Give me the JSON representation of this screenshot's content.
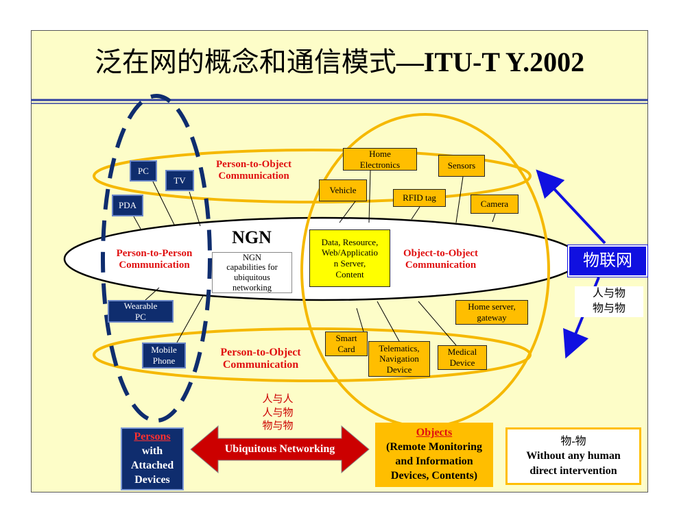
{
  "title": {
    "chinese": "泛在网的概念和通信模式",
    "english": "—ITU-T Y.2002"
  },
  "colors": {
    "slide_bg": "#fdfdc8",
    "navy": "#0f2d6e",
    "orange": "#ffbe00",
    "red": "#cc0000",
    "blue": "#1010e0",
    "ring": "#f5b800"
  },
  "labels": {
    "p2o_top": [
      "Person-to-Object",
      "Communication"
    ],
    "p2o_bottom": [
      "Person-to-Object",
      "Communication"
    ],
    "p2p": [
      "Person-to-Person",
      "Communication"
    ],
    "o2o": [
      "Object-to-Object",
      "Communication"
    ],
    "ngn": "NGN",
    "ngn_caps": [
      "NGN",
      "capabilities for",
      "ubiquitous",
      "networking"
    ],
    "data_server": [
      "Data, Resource,",
      "Web/Applicatio",
      "n  Server,",
      "Content"
    ]
  },
  "person_devices": [
    {
      "lines": [
        "PC"
      ]
    },
    {
      "lines": [
        "TV"
      ]
    },
    {
      "lines": [
        "PDA"
      ]
    },
    {
      "lines": [
        "Wearable",
        "PC"
      ]
    },
    {
      "lines": [
        "Mobile",
        "Phone"
      ]
    }
  ],
  "objects": [
    {
      "lines": [
        "Home",
        "Electronics"
      ]
    },
    {
      "lines": [
        "Sensors"
      ]
    },
    {
      "lines": [
        "Vehicle"
      ]
    },
    {
      "lines": [
        "RFID tag"
      ]
    },
    {
      "lines": [
        "Camera"
      ]
    },
    {
      "lines": [
        "Home server,",
        "gateway"
      ]
    },
    {
      "lines": [
        "Smart",
        "Card"
      ]
    },
    {
      "lines": [
        "Telematics,",
        "Navigation",
        "Device"
      ]
    },
    {
      "lines": [
        "Medical",
        "Device"
      ]
    }
  ],
  "iot": {
    "label": "物联网",
    "sub": [
      "人与物",
      "物与物"
    ]
  },
  "comm_modes": [
    "人与人",
    "人与物",
    "物与物"
  ],
  "bottom": {
    "persons": {
      "head": "Persons",
      "rest": [
        "with",
        "Attached",
        "Devices"
      ]
    },
    "arrow_label": "Ubiquitous Networking",
    "objects": {
      "head": "Objects",
      "rest": [
        "(Remote Monitoring",
        "and Information",
        "Devices, Contents)"
      ]
    },
    "o2o_note": {
      "head": "物-物",
      "rest": [
        "Without any human",
        "direct intervention"
      ]
    }
  }
}
